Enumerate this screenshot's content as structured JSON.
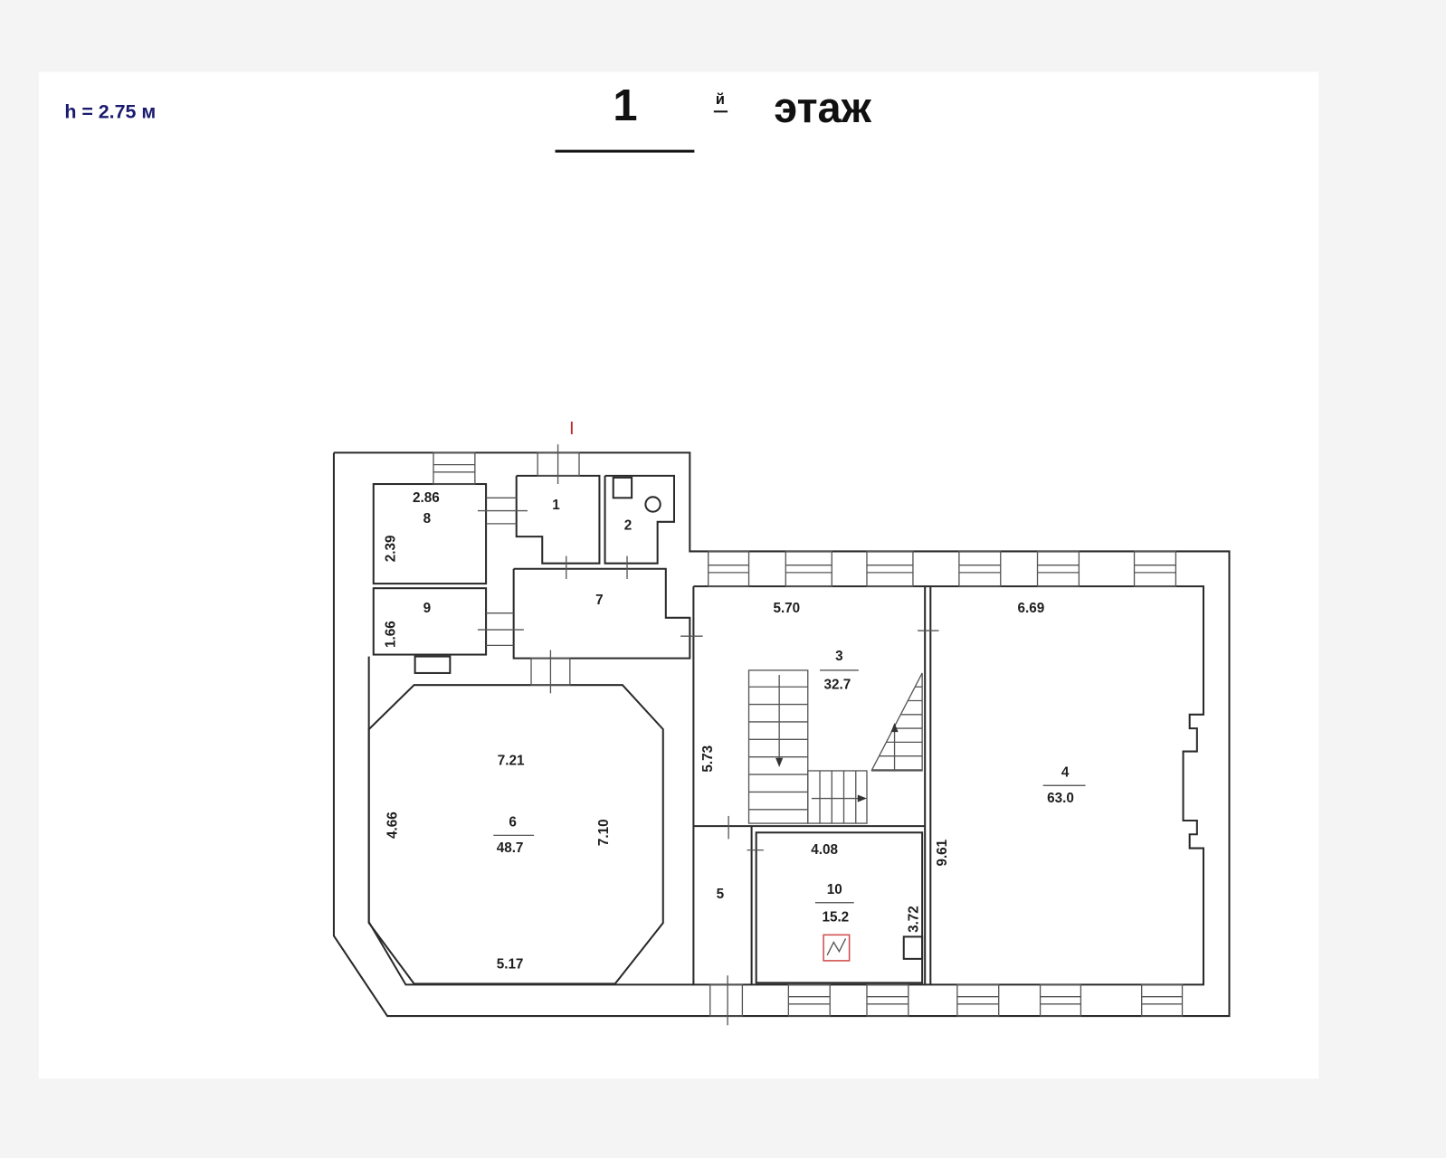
{
  "header": {
    "ceiling_height": "h = 2.75 м",
    "floor_number": "1",
    "floor_suffix": "й",
    "floor_word": "этаж"
  },
  "colors": {
    "ceiling_height_text": "#1a1a6e",
    "section_mark": "#c0282d",
    "meter_icon": "#d04a4a"
  },
  "section_mark": "I",
  "rooms": [
    {
      "number": "1"
    },
    {
      "number": "2"
    },
    {
      "number": "3",
      "area": "32.7",
      "dims": [
        "5.70",
        "5.73"
      ]
    },
    {
      "number": "4",
      "area": "63.0",
      "dims": [
        "6.69",
        "9.61"
      ]
    },
    {
      "number": "5"
    },
    {
      "number": "6",
      "area": "48.7",
      "dims": [
        "7.21",
        "4.66",
        "7.10",
        "5.17"
      ]
    },
    {
      "number": "7"
    },
    {
      "number": "8",
      "dims": [
        "2.86",
        "2.39"
      ]
    },
    {
      "number": "9",
      "dims": [
        "1.66"
      ]
    },
    {
      "number": "10",
      "area": "15.2",
      "dims": [
        "4.08",
        "3.72"
      ]
    }
  ]
}
